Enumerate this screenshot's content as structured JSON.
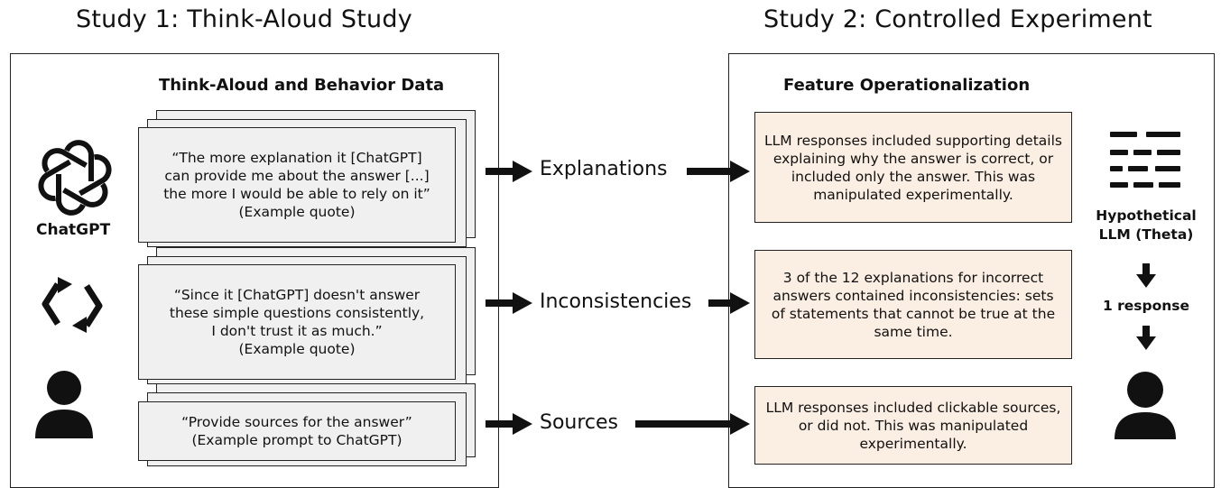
{
  "study1": {
    "title": "Study 1: Think-Aloud Study",
    "panel_title": "Think-Aloud and Behavior Data",
    "chatgpt_label": "ChatGPT",
    "quotes": [
      {
        "lines": [
          "“The more explanation it [ChatGPT]",
          "can provide me about the answer [...]",
          "the more I would be able to rely on it”"
        ],
        "caption": "(Example quote)"
      },
      {
        "lines": [
          "“Since it [ChatGPT] doesn't answer",
          "these simple questions consistently,",
          "I don't trust it as much.”"
        ],
        "caption": "(Example quote)"
      },
      {
        "lines": [
          "“Provide sources for the answer”"
        ],
        "caption": "(Example prompt to ChatGPT)"
      }
    ]
  },
  "features": [
    "Explanations",
    "Inconsistencies",
    "Sources"
  ],
  "study2": {
    "title": "Study 2: Controlled Experiment",
    "panel_title": "Feature Operationalization",
    "boxes": [
      "LLM responses included supporting details explaining why the answer is correct, or included only the answer. This was manipulated experimentally.",
      "3 of the 12 explanations for incorrect answers contained inconsistencies: sets of statements that cannot be true at the same time.",
      "LLM responses included clickable sources, or did not. This was manipulated experimentally."
    ],
    "llm_label": "Hypothetical LLM (Theta)",
    "response_label": "1 response"
  },
  "colors": {
    "feature_box": "#fbeee2",
    "quote_box": "#f0f0f0",
    "stroke": "#222222"
  }
}
